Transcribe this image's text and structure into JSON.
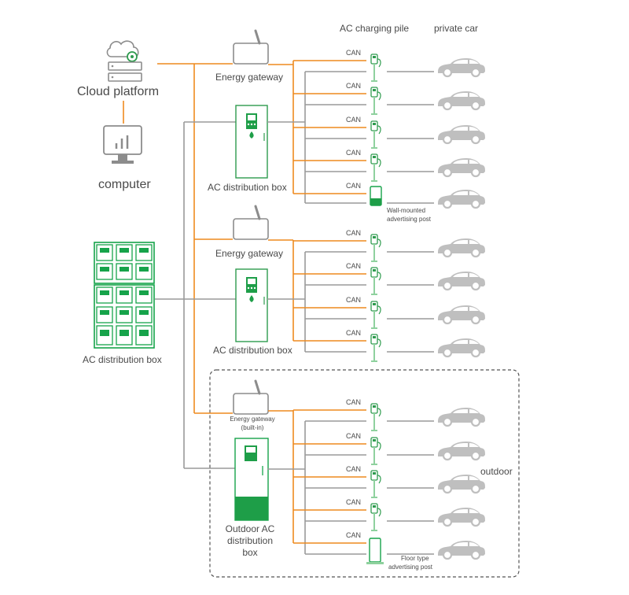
{
  "header": {
    "ac_charging_pile": "AC charging pile",
    "private_car": "private car"
  },
  "left": {
    "cloud_platform": "Cloud platform",
    "computer": "computer",
    "main_distribution_box": "AC distribution box"
  },
  "group1": {
    "gateway": "Energy gateway",
    "distribution_box": "AC distribution box",
    "wall_post_line1": "Wall-mounted",
    "wall_post_line2": "advertising post"
  },
  "group2": {
    "gateway": "Energy gateway",
    "distribution_box": "AC distribution box"
  },
  "group3": {
    "gateway_line1": "Energy gateway",
    "gateway_line2": "(built-in)",
    "box_line1": "Outdoor AC",
    "box_line2": "distribution",
    "box_line3": "box",
    "floor_post_line1": "Floor type",
    "floor_post_line2": "advertising post",
    "outdoor": "outdoor"
  },
  "can_label": "CAN",
  "colors": {
    "orange": "#ee8a1f",
    "grey": "#9a9a9a",
    "green": "#16a34a",
    "text": "#4a4a4a"
  }
}
